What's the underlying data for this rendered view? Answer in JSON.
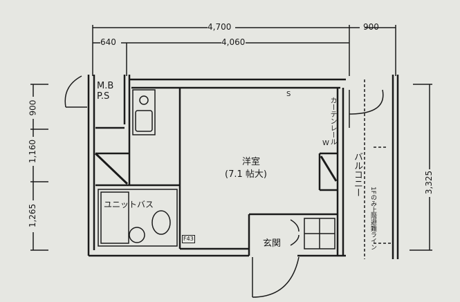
{
  "dimensions": {
    "top_total": "4,700",
    "top_right": "900",
    "top_left": "640",
    "top_main": "4,060",
    "left_top": "900",
    "left_mid": "1,160",
    "left_bottom": "1,265",
    "right_total": "3,325"
  },
  "rooms": {
    "mbps_line1": "M.B",
    "mbps_line2": "P.S",
    "western_room": "洋室",
    "western_room_size": "(7.1 帖大)",
    "unit_bath": "ユニットバス",
    "entrance": "玄関",
    "balcony": "バルコニー",
    "curtain_rail": "カーテンレール",
    "washer": "W",
    "evac_note": "1Fのみ上階避難ライン",
    "meter": "F43",
    "storage": "S"
  }
}
